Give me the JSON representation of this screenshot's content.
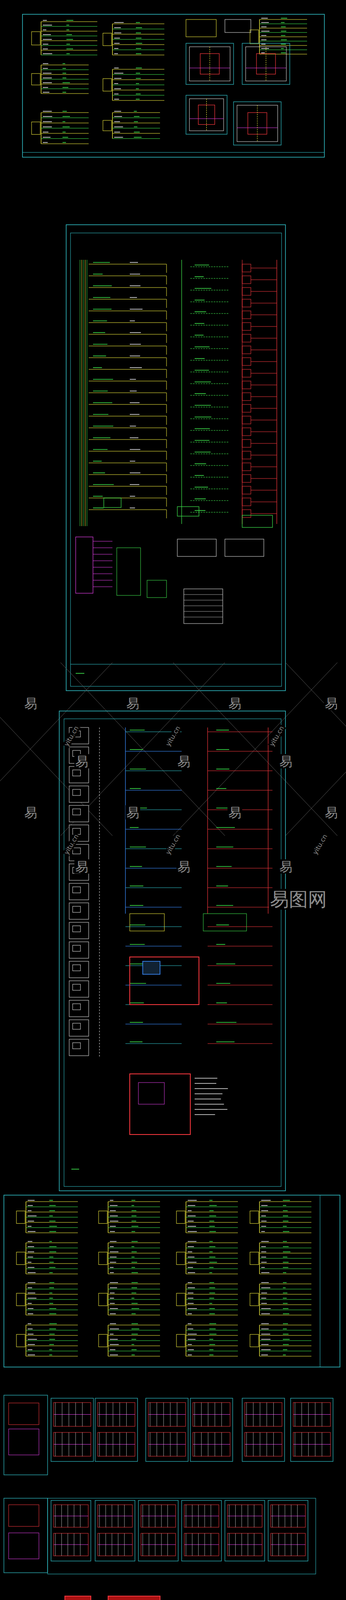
{
  "diagram": {
    "labels": [
      "易",
      "易",
      "易",
      "易",
      "yitu.cn",
      "yitu.cn",
      "yitu.cn",
      "易",
      "易",
      "易",
      "易",
      "易",
      "易",
      "易",
      "yitu.cn",
      "yitu.cn",
      "yitu.cn",
      "易",
      "易",
      "易",
      "易图网"
    ]
  }
}
